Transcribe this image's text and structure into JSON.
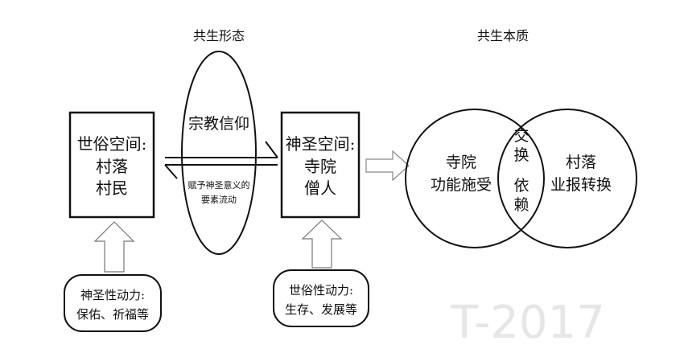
{
  "titles": {
    "form": "共生形态",
    "essence": "共生本质"
  },
  "secular_space": {
    "line1": "世俗空间:",
    "line2": "村落",
    "line3": "村民"
  },
  "sacred_space": {
    "line1": "神圣空间:",
    "line2": "寺院",
    "line3": "僧人"
  },
  "ellipse": {
    "top": "宗教信仰",
    "bottom1": "赋予神圣意义的",
    "bottom2": "要素流动"
  },
  "venn": {
    "left1": "寺院",
    "left2": "功能施受",
    "mid1": "交",
    "mid2": "换",
    "mid3": "依",
    "mid4": "赖",
    "right1": "村落",
    "right2": "业报转换"
  },
  "drivers": {
    "sacred": {
      "line1": "神圣性动力:",
      "line2": "保佑、祈福等"
    },
    "secular": {
      "line1": "世俗性动力:",
      "line2": "生存、发展等"
    }
  },
  "watermark": "T-2017"
}
